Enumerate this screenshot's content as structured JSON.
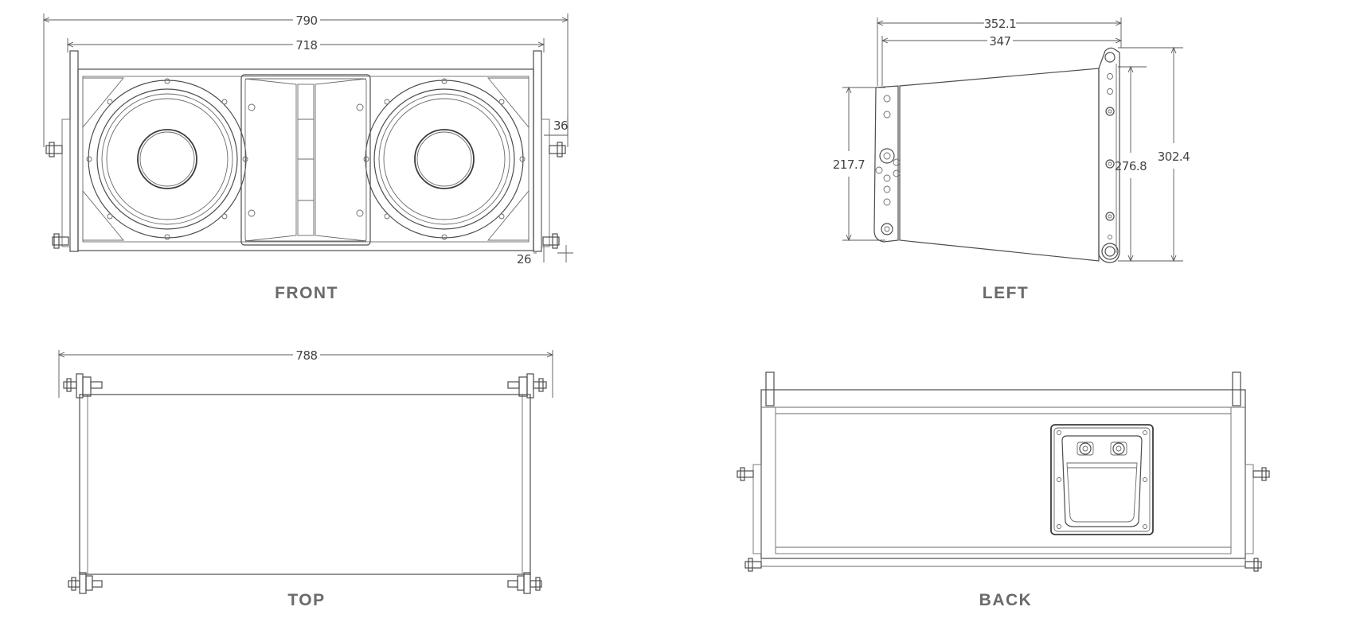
{
  "views": {
    "front": {
      "label": "FRONT",
      "dims": {
        "overall_width": "790",
        "rigging_width": "718",
        "offset_right": "36",
        "offset_bottom": "26"
      }
    },
    "left": {
      "label": "LEFT",
      "dims": {
        "overall_depth": "352.1",
        "depth": "347",
        "front_height": "217.7",
        "back_inner_height": "276.8",
        "back_height": "302.4"
      }
    },
    "top": {
      "label": "TOP",
      "dims": {
        "overall_width": "788"
      }
    },
    "back": {
      "label": "BACK"
    }
  },
  "colors": {
    "line": "#4d4d4d",
    "text": "#444444",
    "label": "#6a6a6a"
  }
}
